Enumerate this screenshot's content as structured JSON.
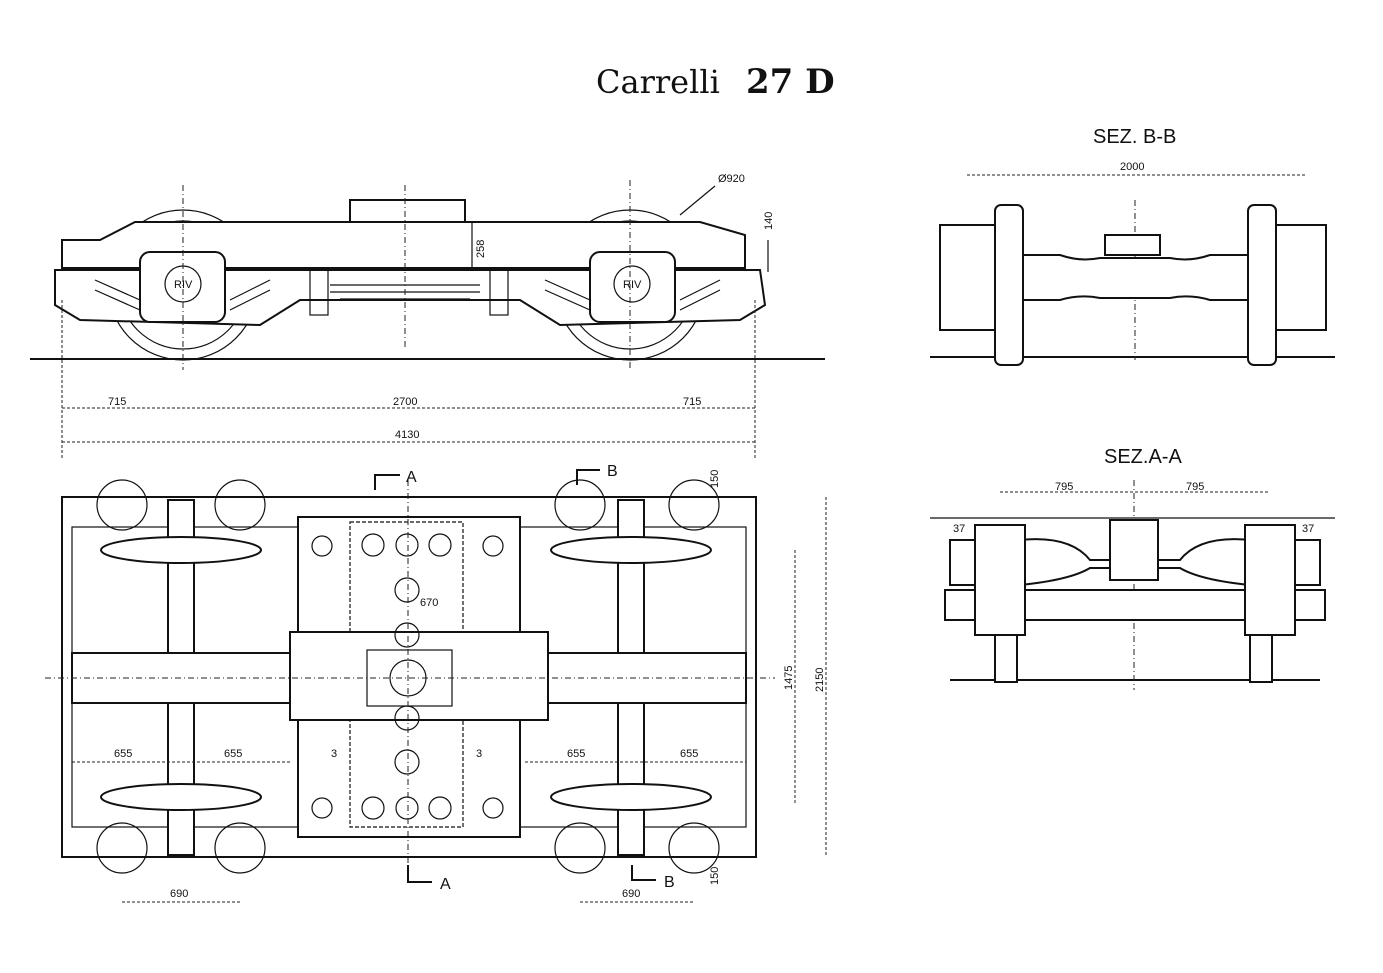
{
  "title": {
    "name": "Carrelli",
    "code": "27 D"
  },
  "side_view": {
    "wheel_diameter": "Ø920",
    "dim_140": "140",
    "dim_258": "258",
    "overhang_left": "715",
    "wheelbase": "2700",
    "overhang_right": "715",
    "overall_length": "4130",
    "axlebox_mark": "RIV"
  },
  "plan_view": {
    "section_a": "A",
    "section_b": "B",
    "dim_150_top": "150",
    "dim_150_bottom": "150",
    "dim_670": "670",
    "dim_1475": "1475",
    "dim_2150": "2150",
    "dim_655": [
      "655",
      "655",
      "655",
      "655"
    ],
    "dim_3": [
      "3",
      "3"
    ],
    "dim_690": [
      "690",
      "690"
    ]
  },
  "section_bb": {
    "title": "SEZ. B-B",
    "width": "2000"
  },
  "section_aa": {
    "title": "SEZ.A-A",
    "left": "795",
    "right": "795",
    "offset_left": "37",
    "offset_right": "37"
  }
}
